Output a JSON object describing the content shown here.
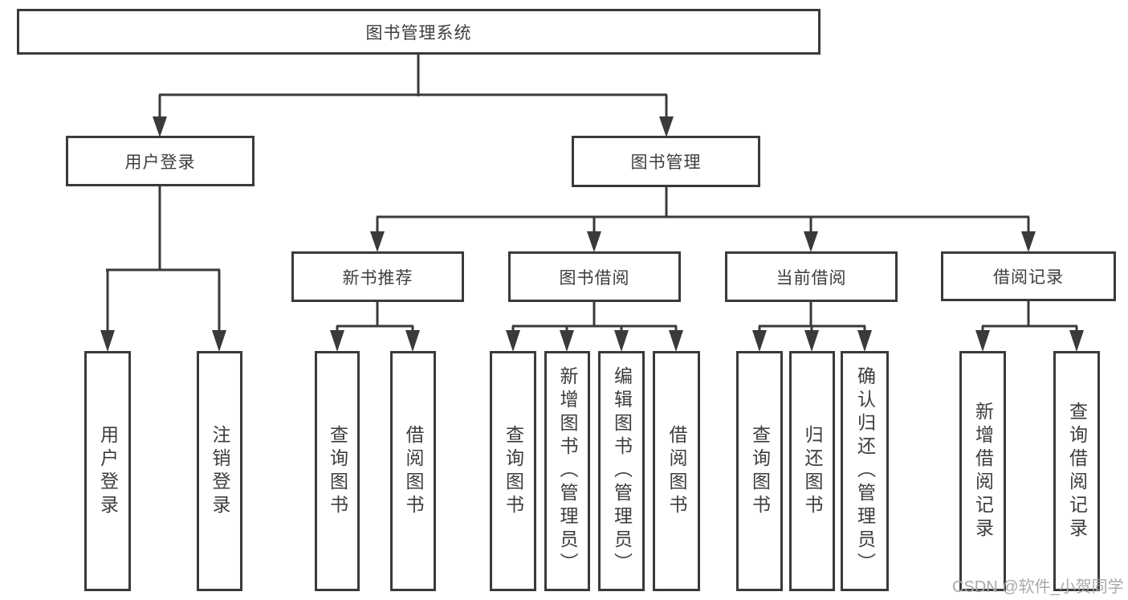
{
  "nodes": {
    "root": {
      "label": "图书管理系统"
    },
    "user_login": {
      "label": "用户登录"
    },
    "book_mgmt": {
      "label": "图书管理"
    },
    "new_book_rec": {
      "label": "新书推荐"
    },
    "book_borrow": {
      "label": "图书借阅"
    },
    "current_borrow": {
      "label": "当前借阅"
    },
    "borrow_records": {
      "label": "借阅记录"
    },
    "leaf_user_login": {
      "label": "用户登录"
    },
    "leaf_logout": {
      "label": "注销登录"
    },
    "leaf_query_book_rec": {
      "label": "查询图书"
    },
    "leaf_borrow_book_rec": {
      "label": "借阅图书"
    },
    "leaf_query_book_borrow": {
      "label": "查询图书"
    },
    "leaf_add_book": {
      "label": "新增图书（管理员）"
    },
    "leaf_edit_book": {
      "label": "编辑图书（管理员）"
    },
    "leaf_borrow_book": {
      "label": "借阅图书"
    },
    "leaf_query_book_current": {
      "label": "查询图书"
    },
    "leaf_return_book": {
      "label": "归还图书"
    },
    "leaf_confirm_return": {
      "label": "确认归还（管理员）"
    },
    "leaf_add_borrow_record": {
      "label": "新增借阅记录"
    },
    "leaf_query_borrow_record": {
      "label": "查询借阅记录"
    }
  },
  "watermark": {
    "text": "CSDN @软件_小贺同学"
  },
  "colors": {
    "line": "#3a3a3a",
    "text": "#3d3d3d",
    "watermark": "#a9a9a9",
    "background": "#ffffff"
  }
}
